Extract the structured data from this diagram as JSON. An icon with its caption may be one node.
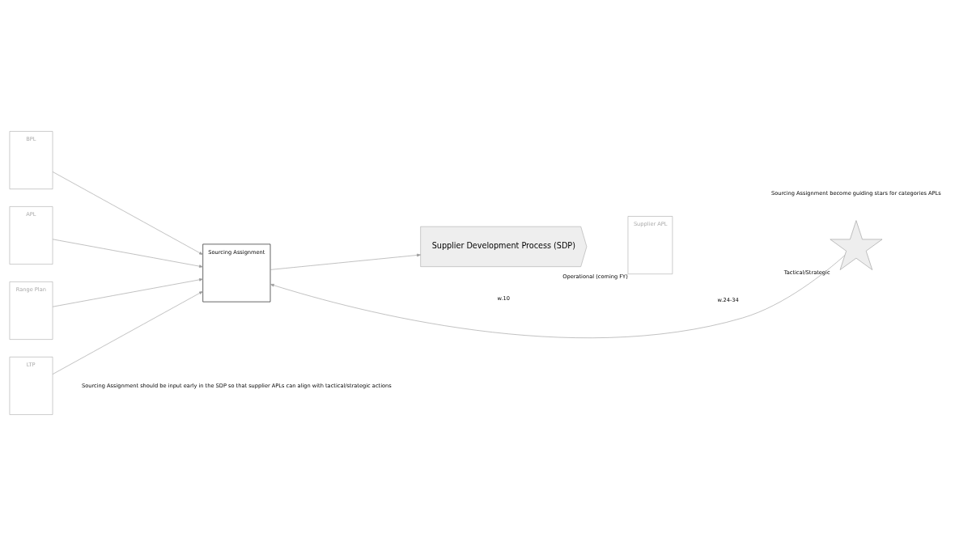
{
  "diagram": {
    "nodes": [
      {
        "text": [
          "BPL"
        ]
      },
      {
        "text": [
          "APL"
        ]
      },
      {
        "text": [
          "Range Plan"
        ]
      },
      {
        "text": [
          "Sourcing Assignment"
        ]
      },
      {
        "text": [
          "LTP"
        ]
      },
      {
        "text": [
          "Supplier Development Process (SDP)"
        ]
      },
      {
        "text": [
          "Supplier APL"
        ],
        "beside": [
          "Operational (coming FY)"
        ]
      },
      {
        "text": [],
        "shape": "star",
        "beside": [
          "Tactical/Strategic"
        ]
      }
    ],
    "edges": [
      {
        "from": 0,
        "to": 3,
        "arrow": "to"
      },
      {
        "from": 1,
        "to": 3,
        "arrow": "to"
      },
      {
        "from": 2,
        "to": 3,
        "arrow": "to"
      },
      {
        "from": 4,
        "to": 3,
        "arrow": "to"
      },
      {
        "from": 3,
        "to": 5,
        "arrow": "to"
      },
      {
        "from": 7,
        "to": 3,
        "arrow": "to"
      }
    ],
    "labels": [
      "w.10",
      "w.24-34",
      "Sourcing Assignment should be input early in the SDP so that supplier APLs can align with tactical/strategic actions",
      "Sourcing Assignment become guiding stars for categories APLs"
    ]
  }
}
